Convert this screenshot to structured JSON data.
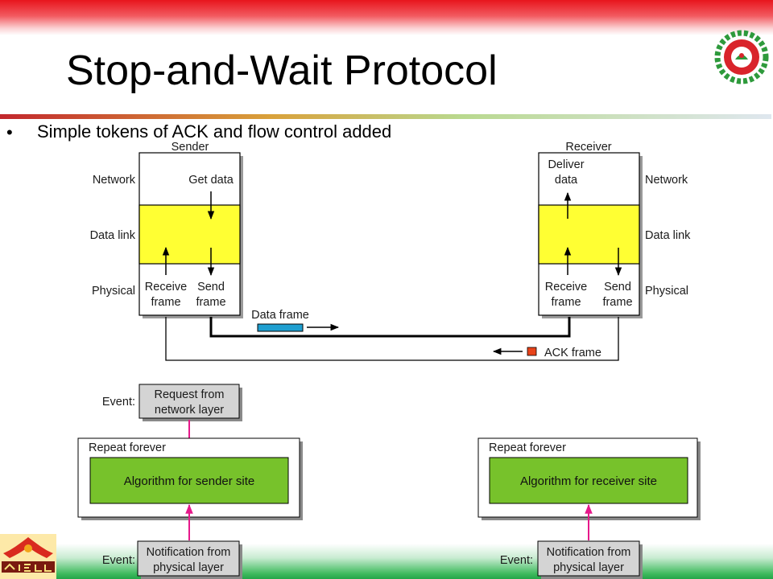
{
  "slide": {
    "title": "Stop-and-Wait Protocol",
    "bullet": "Simple tokens of ACK and flow control added"
  },
  "upper_diagram": {
    "sender_label": "Sender",
    "receiver_label": "Receiver",
    "layers": {
      "network": "Network",
      "data_link": "Data link",
      "physical": "Physical"
    },
    "sender_get_data": "Get data",
    "sender_receive_1": "Receive",
    "sender_receive_2": "frame",
    "sender_send_1": "Send",
    "sender_send_2": "frame",
    "receiver_deliver_1": "Deliver",
    "receiver_deliver_2": "data",
    "receiver_receive_1": "Receive",
    "receiver_receive_2": "frame",
    "receiver_send_1": "Send",
    "receiver_send_2": "frame",
    "data_frame": "Data frame",
    "ack_frame": "ACK frame"
  },
  "lower_diagram": {
    "sender": {
      "event_label": "Event:",
      "request_1": "Request from",
      "request_2": "network layer",
      "repeat": "Repeat forever",
      "algorithm": "Algorithm for sender site",
      "event2_label": "Event:",
      "notification_1": "Notification from",
      "notification_2": "physical layer"
    },
    "receiver": {
      "repeat": "Repeat forever",
      "algorithm": "Algorithm for receiver site",
      "event_label": "Event:",
      "notification_1": "Notification from",
      "notification_2": "physical layer"
    }
  },
  "colors": {
    "data_link_layer": "#ffff33",
    "algorithm_box": "#77c22b",
    "event_box": "#d4d4d4",
    "event_arrow": "#e6198a",
    "data_frame": "#1f9fd0",
    "ack_frame": "#e8431a"
  },
  "icons": {
    "college_logo": "gear-emblem-icon",
    "ecell_logo": "ecell-logo-icon"
  }
}
